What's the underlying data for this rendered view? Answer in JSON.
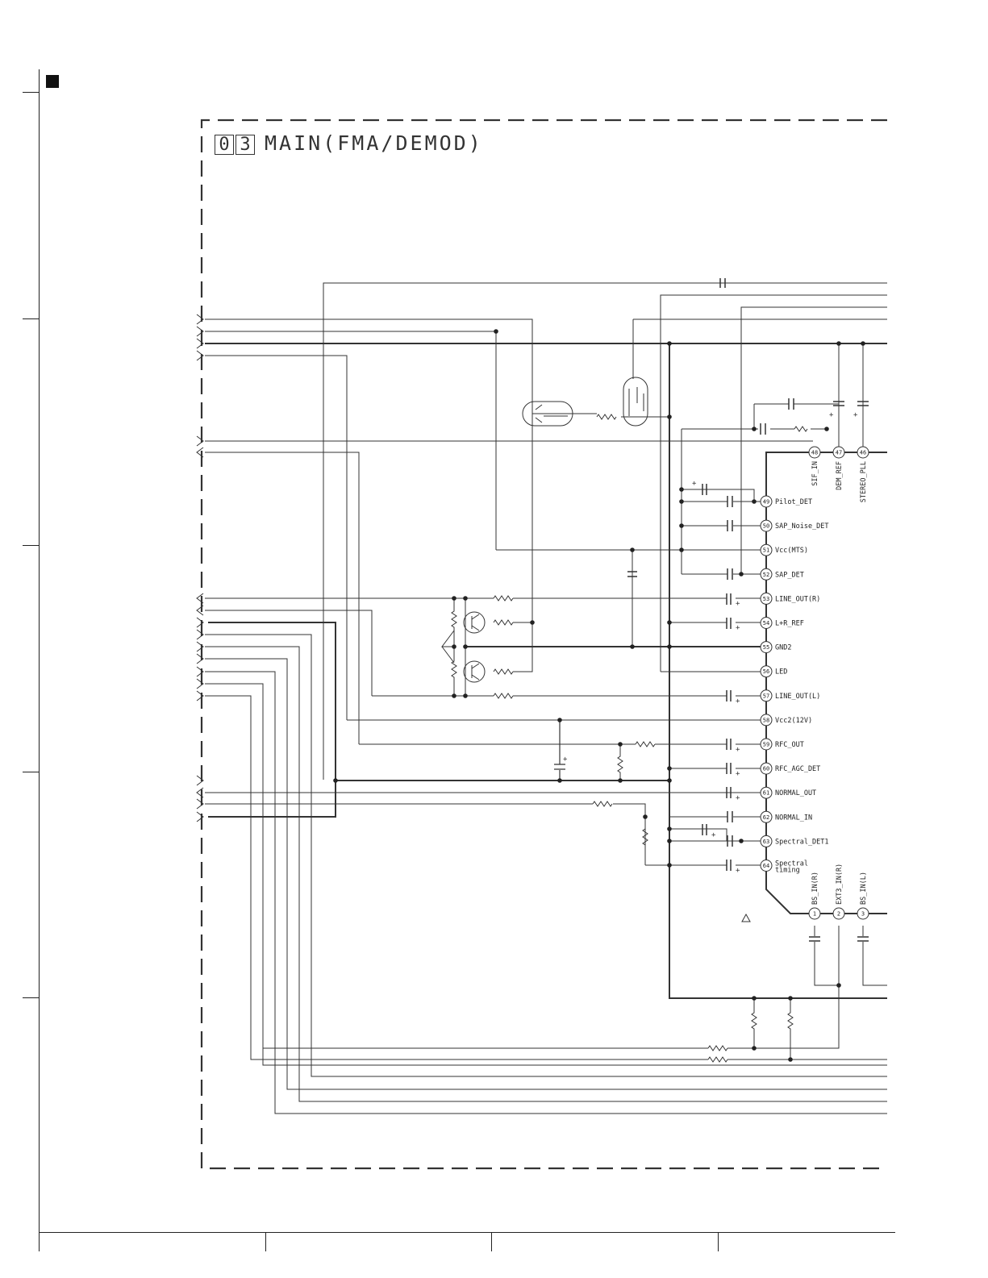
{
  "sheet": {
    "block_number": [
      "0",
      "3"
    ],
    "title": "MAIN(FMA/DEMOD)"
  },
  "ic": {
    "pins_left": [
      {
        "num": "49",
        "label": "Pilot_DET"
      },
      {
        "num": "50",
        "label": "SAP_Noise_DET"
      },
      {
        "num": "51",
        "label": "Vcc(MTS)"
      },
      {
        "num": "52",
        "label": "SAP_DET"
      },
      {
        "num": "53",
        "label": "LINE_OUT(R)"
      },
      {
        "num": "54",
        "label": "L+R_REF"
      },
      {
        "num": "55",
        "label": "GND2"
      },
      {
        "num": "56",
        "label": "LED"
      },
      {
        "num": "57",
        "label": "LINE_OUT(L)"
      },
      {
        "num": "58",
        "label": "Vcc2(12V)"
      },
      {
        "num": "59",
        "label": "RFC_OUT"
      },
      {
        "num": "60",
        "label": "RFC_AGC_DET"
      },
      {
        "num": "61",
        "label": "NORMAL_OUT"
      },
      {
        "num": "62",
        "label": "NORMAL_IN"
      },
      {
        "num": "63",
        "label": "Spectral_DET1"
      },
      {
        "num": "64",
        "label": "Spectral timing"
      }
    ],
    "pins_top": [
      {
        "num": "48",
        "label": "SIF_IN"
      },
      {
        "num": "47",
        "label": "DEM_REF"
      },
      {
        "num": "46",
        "label": "STEREO_PLL"
      }
    ],
    "pins_bottom": [
      {
        "num": "1",
        "label": "BS_IN(R)"
      },
      {
        "num": "2",
        "label": "EXT3_IN(R)"
      },
      {
        "num": "3",
        "label": "BS_IN(L)"
      }
    ]
  },
  "colors": {
    "line": "#333333",
    "background": "#ffffff"
  }
}
